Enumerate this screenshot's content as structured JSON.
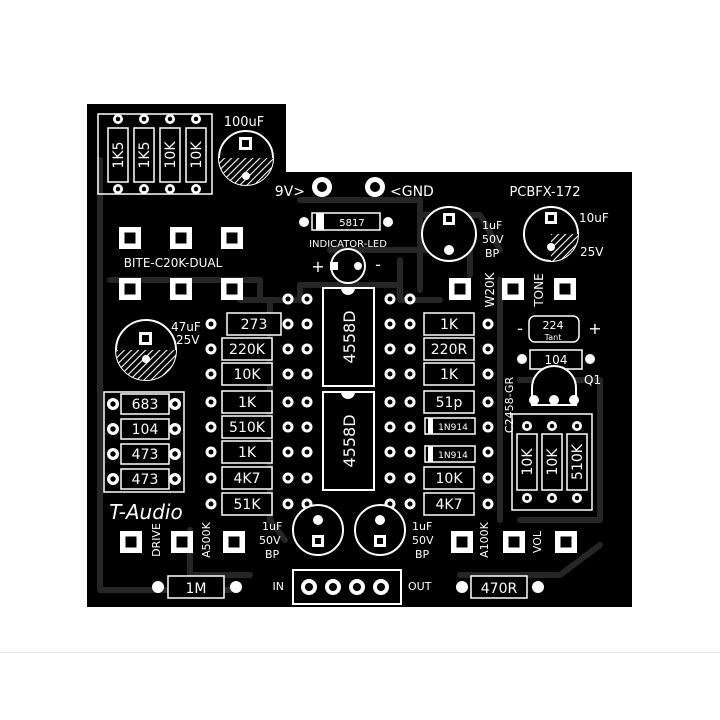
{
  "board": {
    "name": "PCBFX-172",
    "brand": "T-Audio",
    "colors": {
      "board": "#000000",
      "silk": "#ffffff",
      "trace": "#262626",
      "page": "#ffffff"
    }
  },
  "labels": {
    "supply_9v": "9V>",
    "supply_gnd": "<GND",
    "diode_5817": "5817",
    "indicator_led": "INDICATOR-LED",
    "led_plus": "+",
    "led_minus": "-",
    "bite_pot": "BITE-C20K-DUAL",
    "cap_100uf": "100uF",
    "cap_47uf": "47uF",
    "cap_47uf_v": "25V",
    "cap_1uf_top": "1uF",
    "cap_50v_top": "50V",
    "bp_top": "BP",
    "cap_10uf": "10uF",
    "cap_10uf_v": "25V",
    "w20k": "W20K",
    "tone": "TONE",
    "tant": "224",
    "tant_sub": "Tant",
    "tant_minus": "-",
    "tant_plus": "+",
    "r104_right": "104",
    "q1": "Q1",
    "q1_part": "C2458-GR",
    "ic1": "4558D",
    "ic2": "4558D",
    "d1": "1N914",
    "d2": "1N914",
    "drive": "DRIVE",
    "a500k": "A500K",
    "cap_1uf_bl": "1uF",
    "cap_50v_bl": "50V",
    "bp_bl": "BP",
    "cap_1uf_br": "1uF",
    "cap_50v_br": "50V",
    "bp_br": "BP",
    "a100k": "A100K",
    "vol": "VOL",
    "in": "IN",
    "out": "OUT",
    "r_1m": "1M",
    "r_470r": "470R"
  },
  "resistors_top_left": [
    "1K5",
    "1K5",
    "10K",
    "10K"
  ],
  "resistors_left": [
    "683",
    "104",
    "473",
    "473"
  ],
  "resistors_center_left": [
    "273",
    "220K",
    "10K",
    "1K",
    "510K",
    "1K",
    "4K7",
    "51K"
  ],
  "resistors_center_right": [
    "1K",
    "220R",
    "1K",
    "51p",
    "10K",
    "4K7"
  ],
  "resistors_right_vertical": [
    "10K",
    "10K",
    "510K"
  ]
}
